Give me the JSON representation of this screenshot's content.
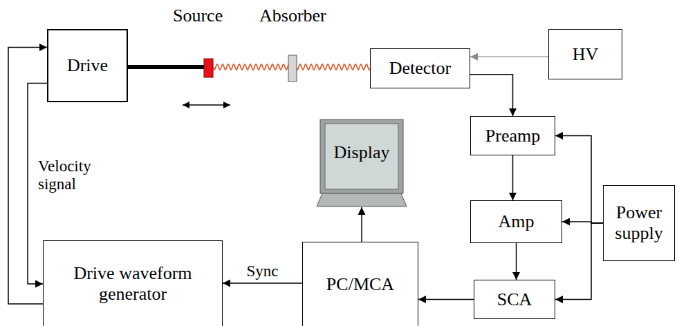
{
  "diagram": {
    "nodes": [
      {
        "text": [
          "Drive"
        ]
      },
      {
        "text": [
          "Detector"
        ]
      },
      {
        "text": [
          "HV"
        ]
      },
      {
        "text": [
          "Preamp"
        ]
      },
      {
        "text": [
          "Display"
        ]
      },
      {
        "text": [
          "Amp"
        ]
      },
      {
        "text": [
          "Power supply"
        ]
      },
      {
        "text": [
          "Drive waveform generator"
        ]
      },
      {
        "text": [
          "PC/MCA"
        ]
      },
      {
        "text": [
          "SCA"
        ]
      }
    ],
    "edges": [
      {
        "from": 2,
        "to": 1,
        "arrow": "to"
      },
      {
        "from": 1,
        "to": 3,
        "arrow": "to"
      },
      {
        "from": 3,
        "to": 5,
        "arrow": "to"
      },
      {
        "from": 5,
        "to": 9,
        "arrow": "to"
      },
      {
        "from": 9,
        "to": 8,
        "arrow": "to"
      },
      {
        "from": 8,
        "to": 4,
        "arrow": "to"
      },
      {
        "from": 8,
        "to": 7,
        "label": "Sync",
        "arrow": "to"
      },
      {
        "from": 6,
        "to": 3,
        "arrow": "to"
      },
      {
        "from": 6,
        "to": 5,
        "arrow": "to"
      },
      {
        "from": 6,
        "to": 9,
        "arrow": "to"
      },
      {
        "from": 0,
        "to": 7,
        "arrow": "to"
      },
      {
        "from": 7,
        "to": 0,
        "arrow": "to"
      }
    ],
    "labels": [
      "Source",
      "Absorber",
      "Velocity signal"
    ]
  }
}
